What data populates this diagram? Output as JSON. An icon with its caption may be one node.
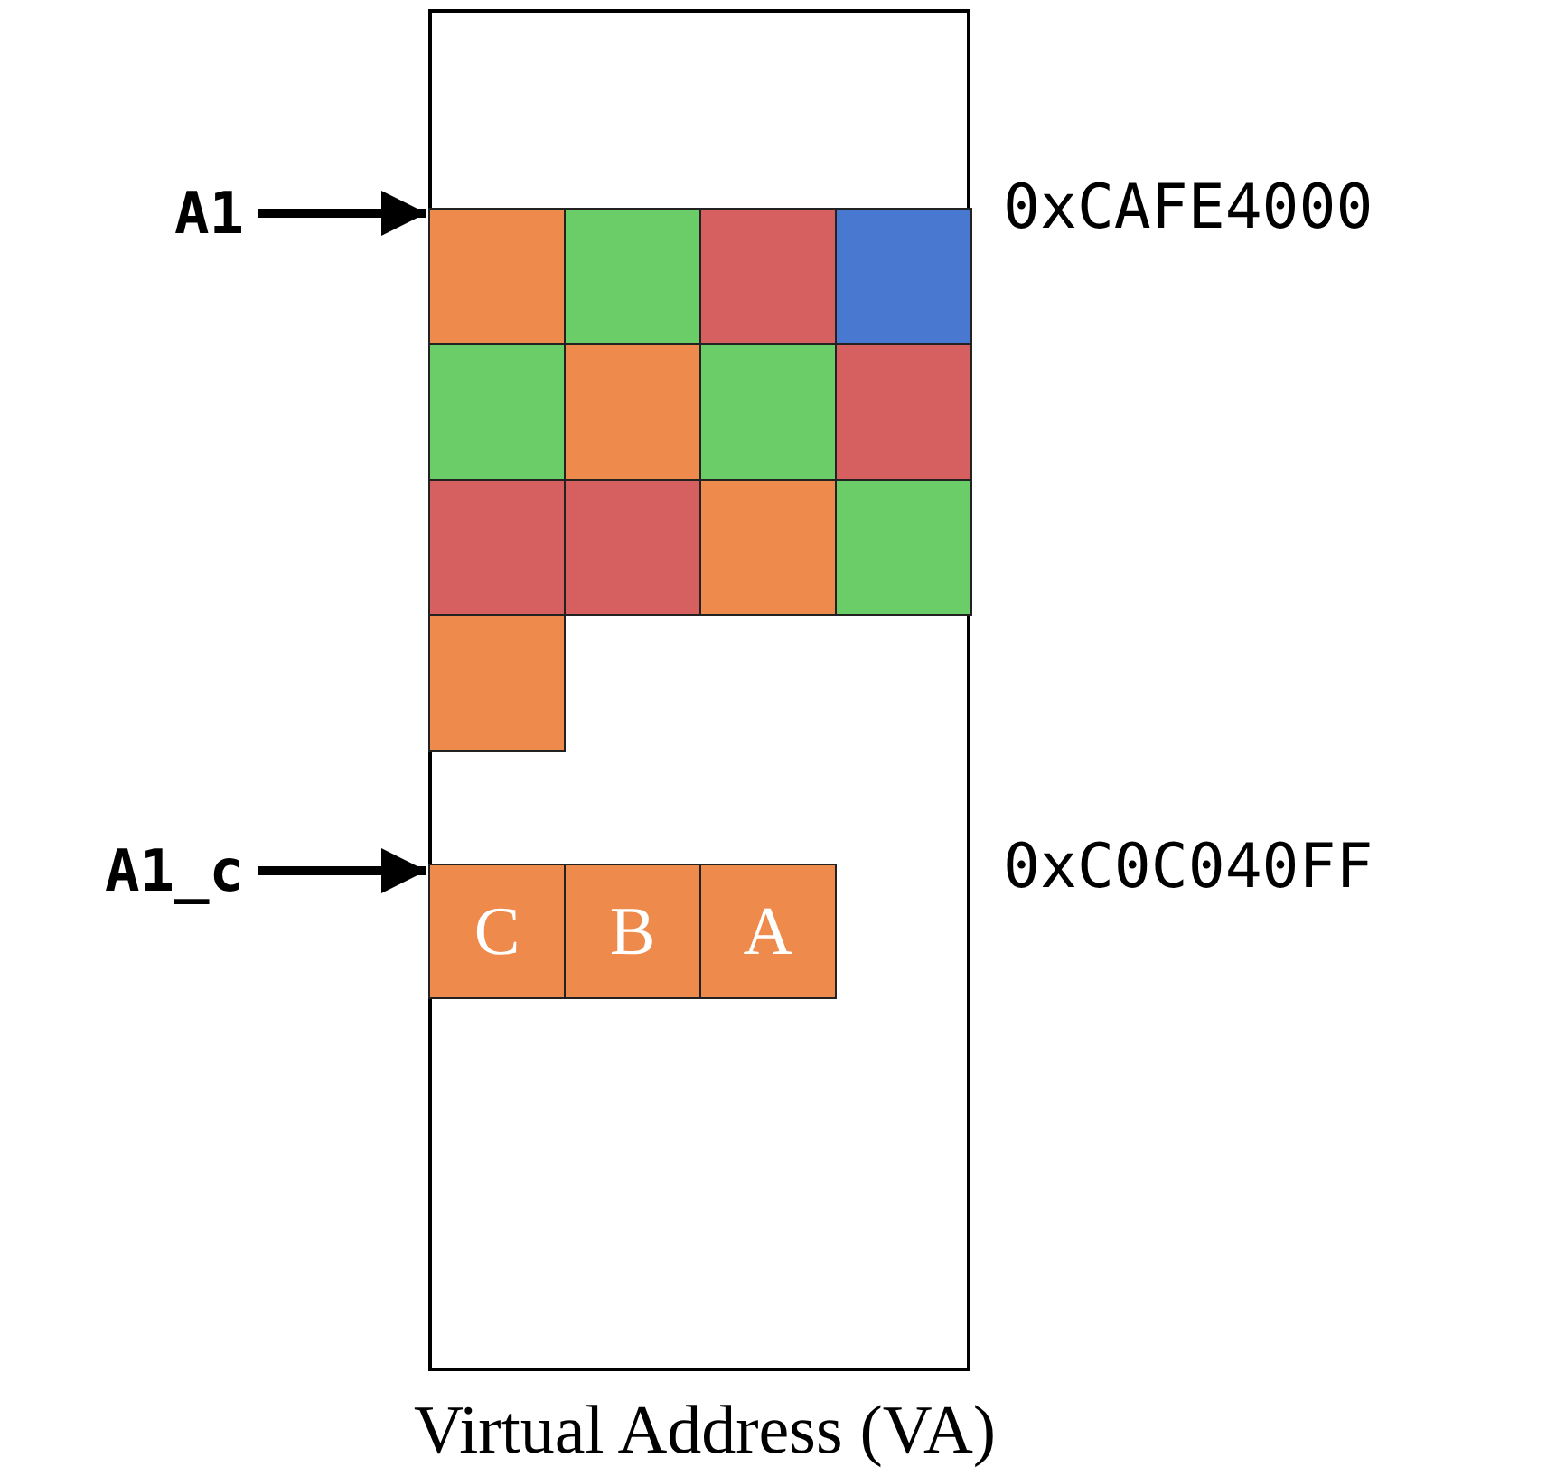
{
  "diagram": {
    "caption": "Virtual Address (VA)",
    "nodes": [
      {
        "text": [
          "A1"
        ]
      },
      {
        "text": [],
        "shape": "box"
      },
      {
        "text": [],
        "shape": "box",
        "in": 1
      },
      {
        "text": [],
        "shape": "box",
        "in": 1
      },
      {
        "text": [],
        "shape": "box",
        "in": 1
      },
      {
        "text": [],
        "shape": "box",
        "in": 1
      },
      {
        "text": [],
        "shape": "box",
        "in": 1
      },
      {
        "text": [],
        "shape": "box",
        "in": 1
      },
      {
        "text": [],
        "shape": "box",
        "in": 1
      },
      {
        "text": [],
        "shape": "box",
        "in": 1
      },
      {
        "text": [],
        "shape": "box",
        "in": 1
      },
      {
        "text": [],
        "shape": "box",
        "in": 1
      },
      {
        "text": [],
        "shape": "box",
        "in": 1
      },
      {
        "text": [],
        "shape": "box",
        "in": 1
      },
      {
        "text": [],
        "shape": "box",
        "in": 1
      },
      {
        "text": [
          "A1_c"
        ]
      },
      {
        "text": [
          "C"
        ],
        "in": 1
      },
      {
        "text": [
          "B"
        ],
        "in": 1
      },
      {
        "text": [
          "A"
        ],
        "in": 1
      }
    ],
    "edges": [
      {
        "from": 0,
        "to": 2,
        "arrow": "to"
      },
      {
        "from": 15,
        "to": 16,
        "arrow": "to"
      }
    ],
    "labels": [
      "0xCAFE4000",
      "0xC0C040FF"
    ]
  }
}
